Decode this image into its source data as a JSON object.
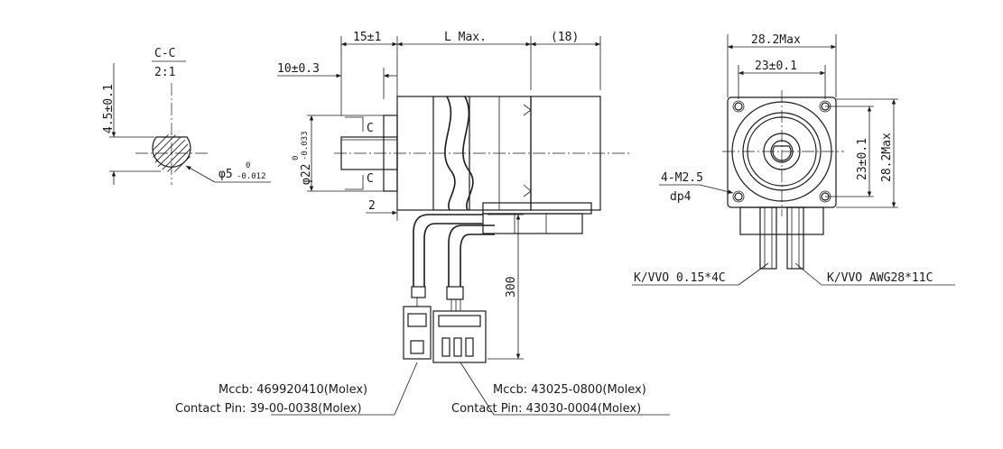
{
  "section": {
    "name": "C-C",
    "scale": "2:1",
    "dim_height": "4.5±0.1",
    "dim_dia": "φ5",
    "dim_dia_tol_upper": "0",
    "dim_dia_tol_lower": "-0.012"
  },
  "side_view": {
    "dim_pilot_len": "15±1",
    "dim_body_len": "L Max.",
    "dim_cable_exit": "(18)",
    "dim_shaft_len": "10±0.3",
    "dim_pilot_dia": "φ22",
    "dim_pilot_tol_upper": "0",
    "dim_pilot_tol_lower": "-0.033",
    "dim_flange_thk": "2",
    "dim_cable_len": "300",
    "section_mark": "C"
  },
  "front_view": {
    "dim_outer_width": "28.2Max",
    "dim_bolt_pitch_h": "23±0.1",
    "dim_bolt_pitch_v": "23±0.1",
    "dim_outer_height": "28.2Max",
    "hole_spec": "4-M2.5",
    "hole_depth": "dp4",
    "cable_left": "K/VVO 0.15*4C",
    "cable_right": "K/VVO AWG28*11C"
  },
  "connectors": {
    "left_line1": "Mccb: 469920410(Molex)",
    "left_line2": "Contact Pin: 39-00-0038(Molex)",
    "right_line1": "Mccb: 43025-0800(Molex)",
    "right_line2": "Contact Pin: 43030-0004(Molex)"
  }
}
